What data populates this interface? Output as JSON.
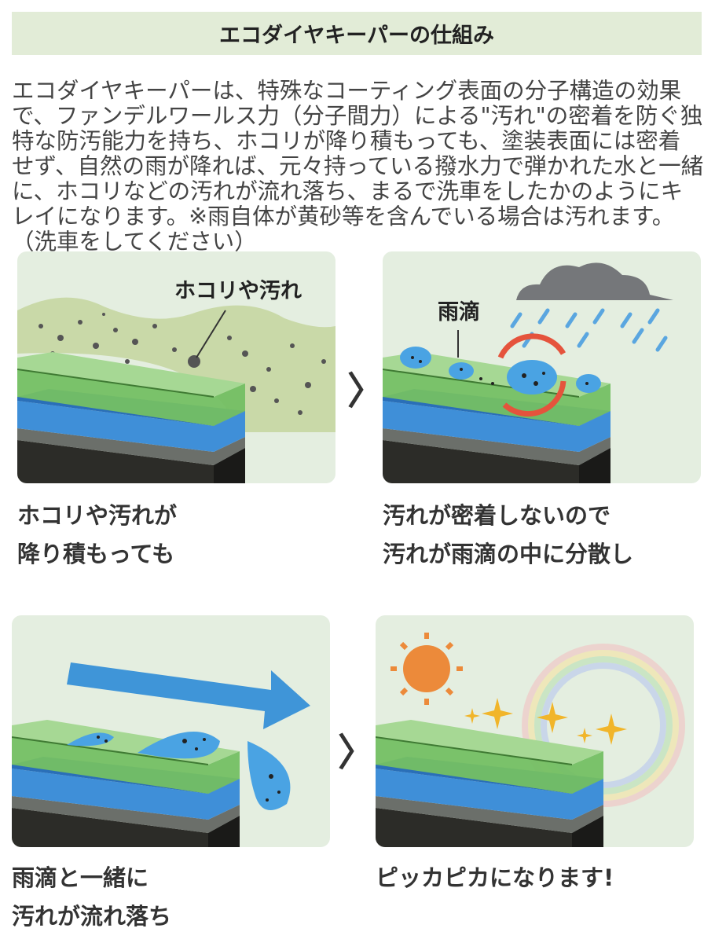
{
  "title": "エコダイヤキーパーの仕組み",
  "description_lines": [
    "エコダイヤキーパーは、特殊なコーティング表面の分子構造の効果",
    "で、ファンデルワールス力（分子間力）による\"汚れ\"の密着を防ぐ独",
    "特な防汚能力を持ち、ホコリが降り積もっても、塗装表面には密着",
    "せず、自然の雨が降れば、元々持っている撥水力で弾かれた水と一緒",
    "に、ホコリなどの汚れが流れ落ち、まるで洗車をしたかのようにキ",
    "レイになります。※雨自体が黄砂等を含んでいる場合は汚れます。",
    "（洗車をしてください）"
  ],
  "steps": [
    {
      "label": "ホコリや汚れ",
      "caption": [
        "ホコリや汚れが",
        "降り積もっても"
      ]
    },
    {
      "label": "雨滴",
      "caption": [
        "汚れが密着しないので",
        "汚れが雨滴の中に分散し"
      ]
    },
    {
      "caption": [
        "雨滴と一緒に",
        "汚れが流れ落ち"
      ]
    },
    {
      "caption": [
        "ピッカピカになります!"
      ]
    }
  ],
  "arrow_glyph": "〉",
  "colors": {
    "title_bg": "#e2ecd7",
    "panel_bg": "#e4eee0",
    "green": "#7cc36a",
    "blue": "#3d8fd6"
  }
}
